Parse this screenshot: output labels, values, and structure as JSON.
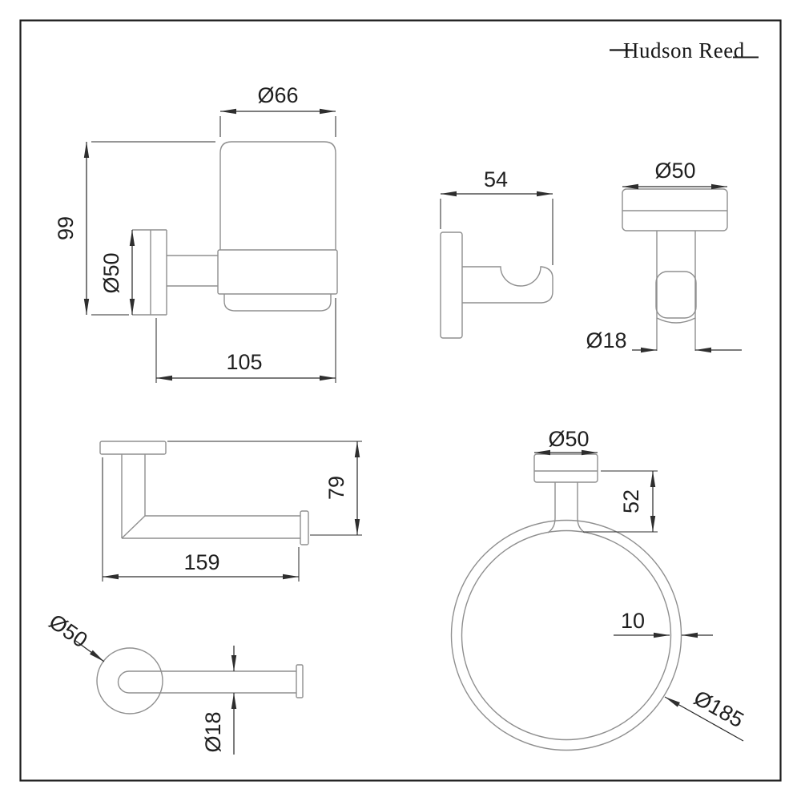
{
  "brand": {
    "logo": "Hudson Reed"
  },
  "drawings": {
    "tumbler_holder": {
      "dims": {
        "cup_diameter": "Ø66",
        "height": "99",
        "plate_diameter": "Ø50",
        "depth": "105"
      }
    },
    "robe_hook_side": {
      "dims": {
        "depth": "54"
      }
    },
    "robe_hook_front": {
      "dims": {
        "plate_diameter": "Ø50",
        "stem_diameter": "Ø18"
      }
    },
    "roll_holder_side": {
      "dims": {
        "height": "79",
        "length": "159"
      }
    },
    "roll_holder_top": {
      "dims": {
        "plate_diameter": "Ø50",
        "bar_diameter": "Ø18"
      }
    },
    "towel_ring": {
      "dims": {
        "plate_diameter": "Ø50",
        "drop": "52",
        "ring_thickness": "10",
        "ring_diameter": "Ø185"
      }
    }
  }
}
